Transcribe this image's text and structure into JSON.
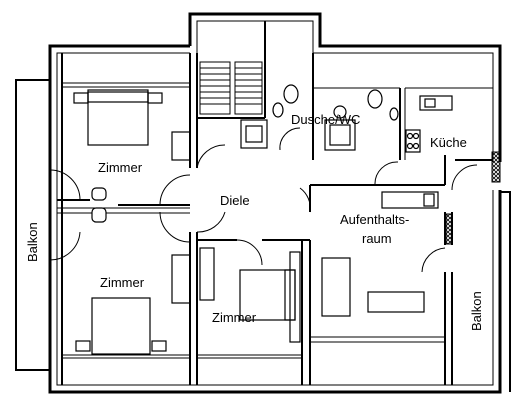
{
  "rooms": {
    "zimmer_top_left": "Zimmer",
    "zimmer_bottom_left": "Zimmer",
    "zimmer_bottom_mid": "Zimmer",
    "diele": "Diele",
    "dusche_wc": "Dusche/WC",
    "kueche": "Küche",
    "aufenthaltsraum_line1": "Aufenthalts-",
    "aufenthaltsraum_line2": "raum",
    "balkon_left": "Balkon",
    "balkon_right": "Balkon"
  }
}
